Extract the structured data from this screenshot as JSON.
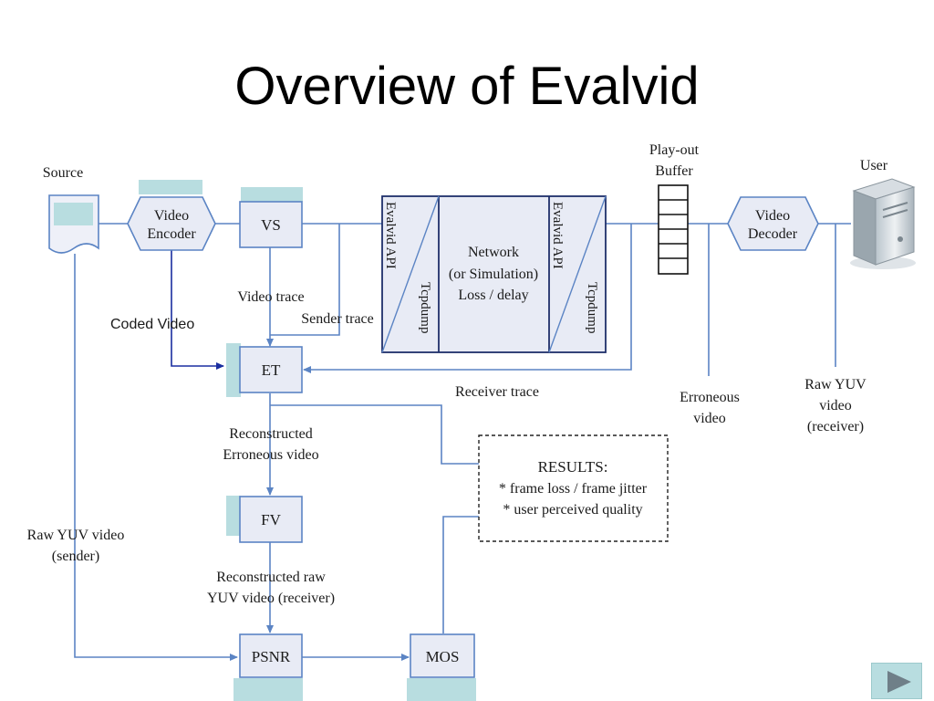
{
  "slide": {
    "title": "Overview of Evalvid"
  },
  "diagram": {
    "source_label": "Source",
    "user_label": "User",
    "playout_line1": "Play-out",
    "playout_line2": "Buffer",
    "video_encoder_line1": "Video",
    "video_encoder_line2": "Encoder",
    "video_decoder_line1": "Video",
    "video_decoder_line2": "Decoder",
    "vs_label": "VS",
    "et_label": "ET",
    "fv_label": "FV",
    "psnr_label": "PSNR",
    "mos_label": "MOS",
    "evalvid_api": "Evalvid API",
    "tcpdump": "Tcpdump",
    "network_line1": "Network",
    "network_line2": "(or Simulation)",
    "network_line3": "Loss / delay",
    "video_trace": "Video trace",
    "sender_trace": "Sender trace",
    "coded_video": "Coded Video",
    "receiver_trace": "Receiver trace",
    "reconstructed_erroneous_line1": "Reconstructed",
    "reconstructed_erroneous_line2": "Erroneous video",
    "reconstructed_raw_line1": "Reconstructed raw",
    "reconstructed_raw_line2": "YUV video (receiver)",
    "raw_yuv_sender_line1": "Raw YUV video",
    "raw_yuv_sender_line2": "(sender)",
    "erroneous_video_line1": "Erroneous",
    "erroneous_video_line2": "video",
    "raw_yuv_receiver_line1": "Raw YUV",
    "raw_yuv_receiver_line2": "video",
    "raw_yuv_receiver_line3": "(receiver)",
    "results_title": "RESULTS:",
    "results_item1": "* frame loss / frame jitter",
    "results_item2": "* user perceived quality"
  },
  "colors": {
    "line": "#5b84c4",
    "box_fill": "#e8ebf5",
    "accent_teal": "#b8dde0",
    "dark_arrow": "#1a2ea0"
  },
  "icons": {
    "next_slide": "play-arrow-icon"
  }
}
